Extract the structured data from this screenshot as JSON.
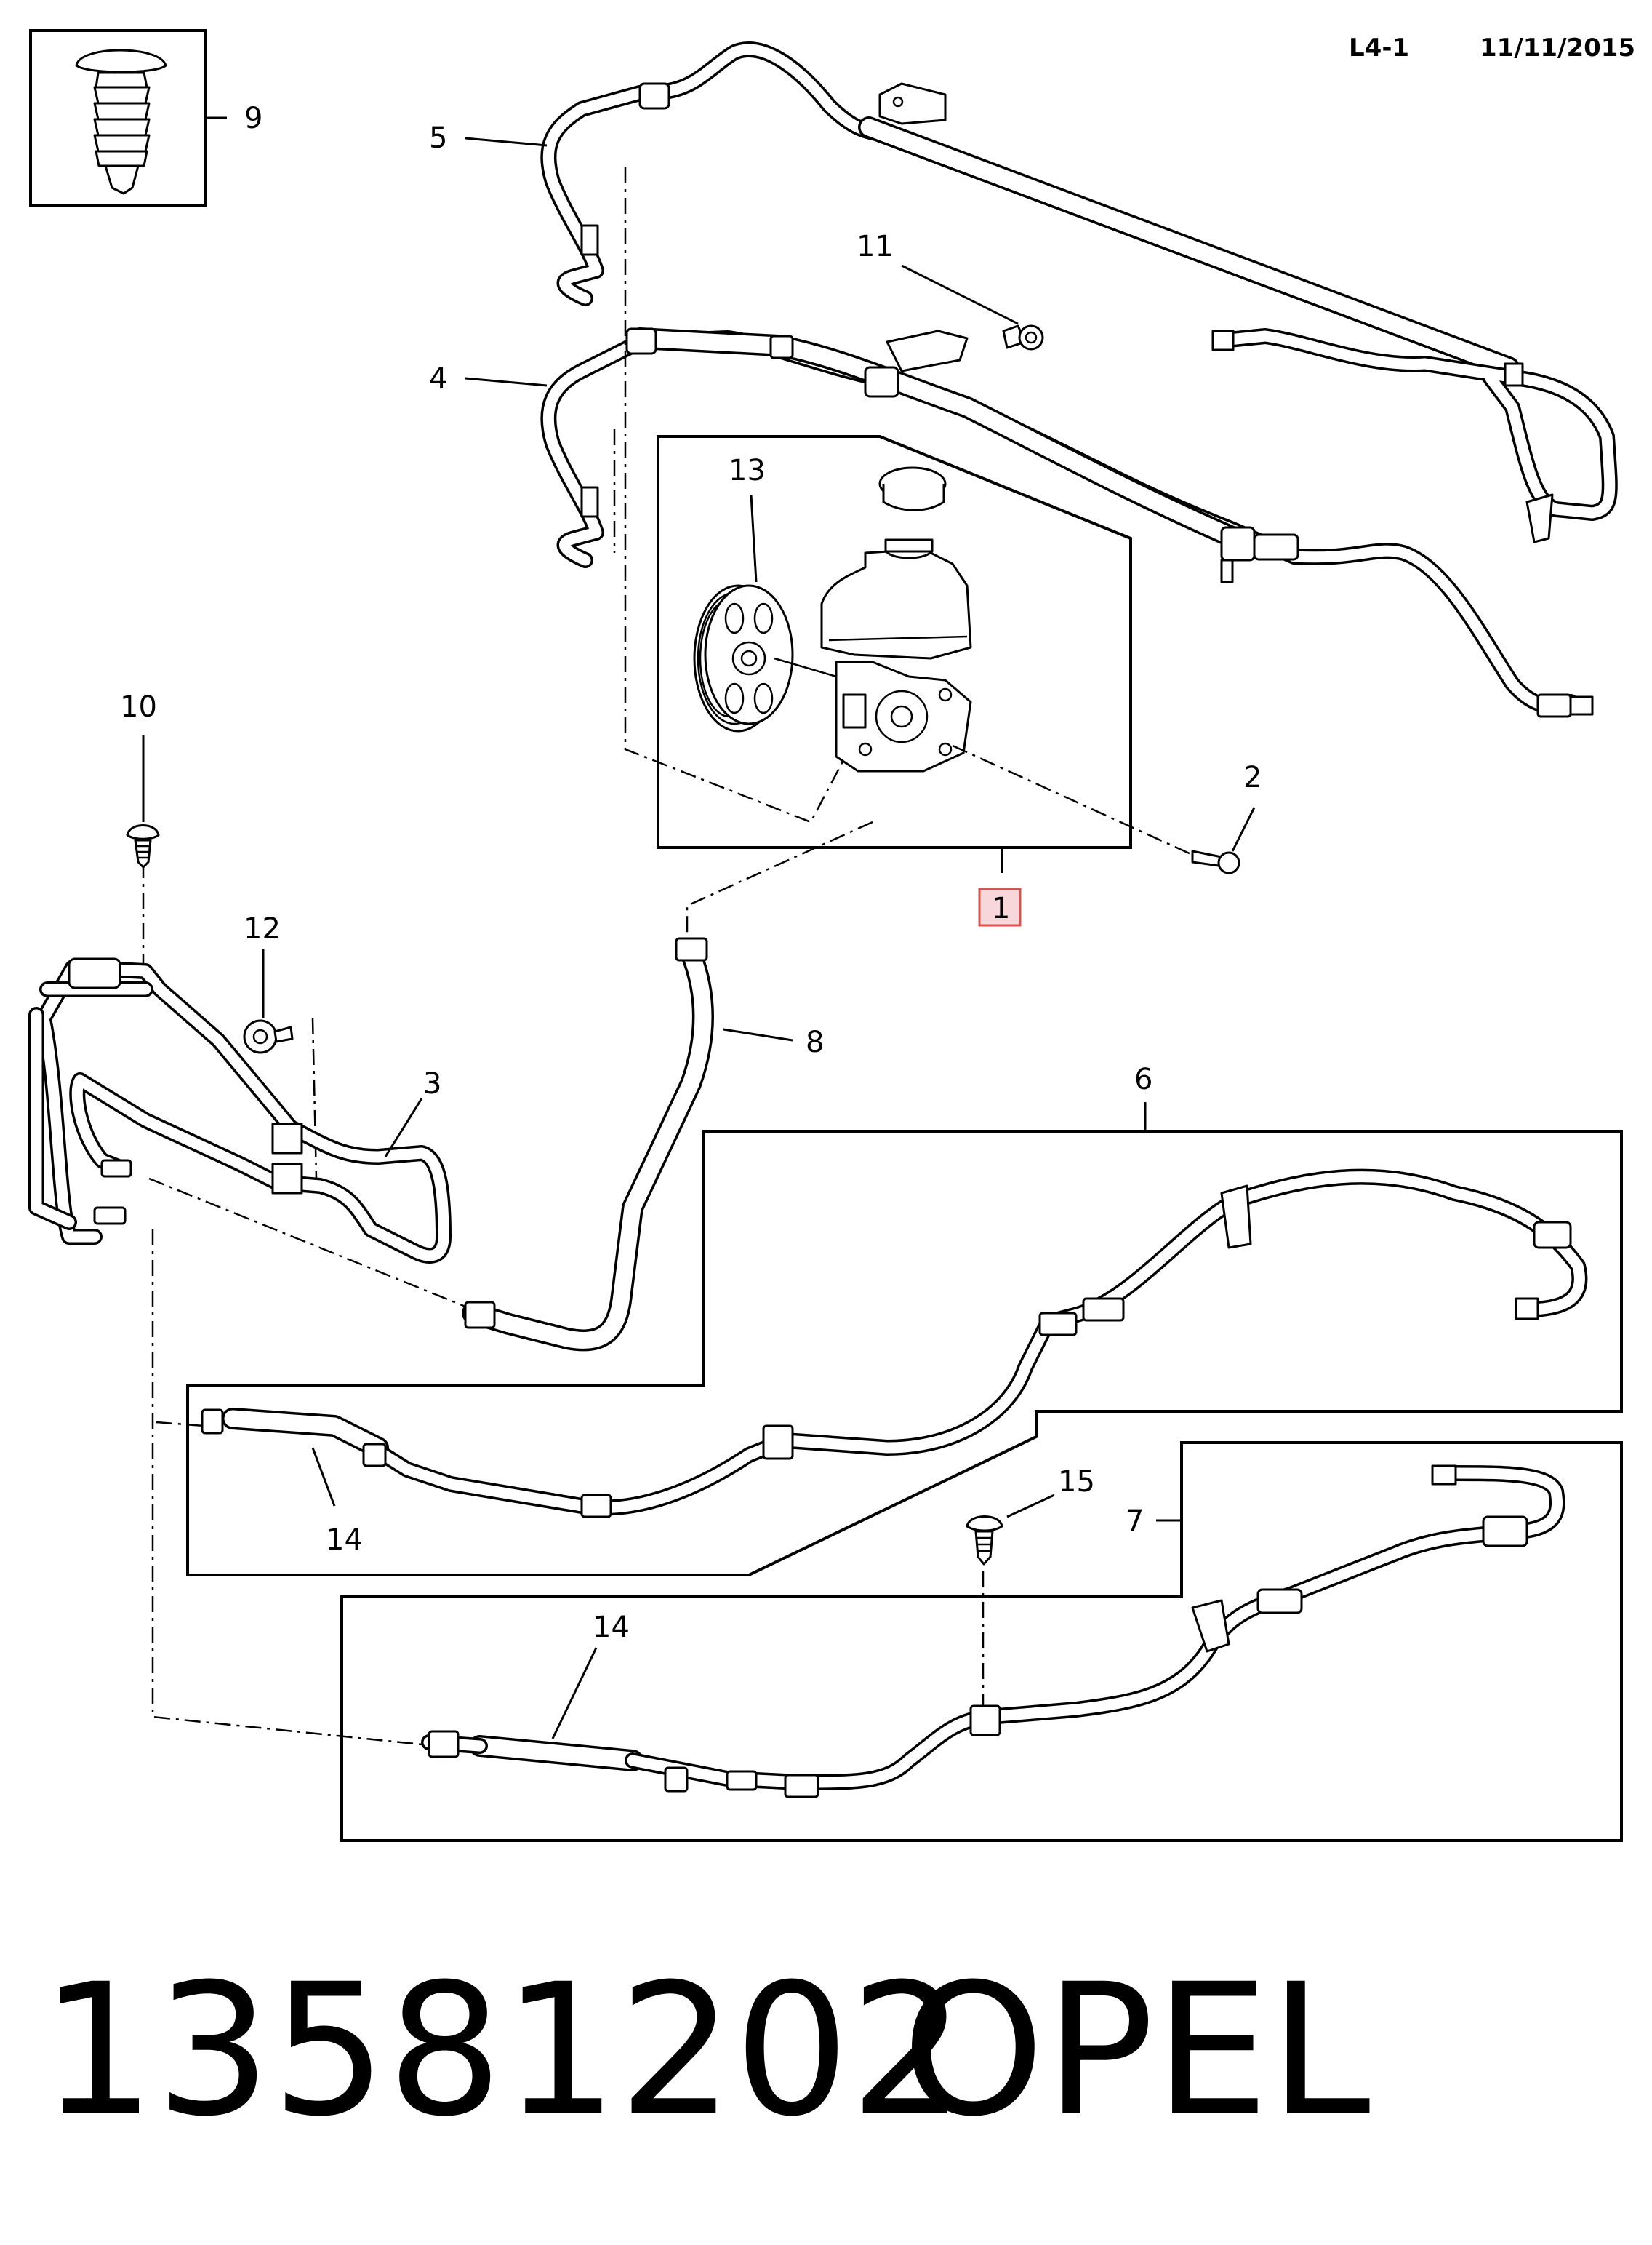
{
  "header": {
    "page_code": "L4-1",
    "date": "11/11/2015"
  },
  "callouts": {
    "c1": "1",
    "c2": "2",
    "c3": "3",
    "c4": "4",
    "c5": "5",
    "c6": "6",
    "c7": "7",
    "c8": "8",
    "c9": "9",
    "c10": "10",
    "c11": "11",
    "c12": "12",
    "c13": "13",
    "c14a": "14",
    "c14b": "14",
    "c15": "15"
  },
  "footer": {
    "part_number": "13581202",
    "brand": "OPEL"
  },
  "colors": {
    "line": "#000000",
    "highlight_fill": "#f8d7da",
    "highlight_stroke": "#d9534f"
  },
  "icons": {
    "clip": "push-rivet-clip-icon",
    "bolt": "bolt-icon",
    "nut": "nut-icon",
    "pump": "power-steering-pump-icon"
  }
}
